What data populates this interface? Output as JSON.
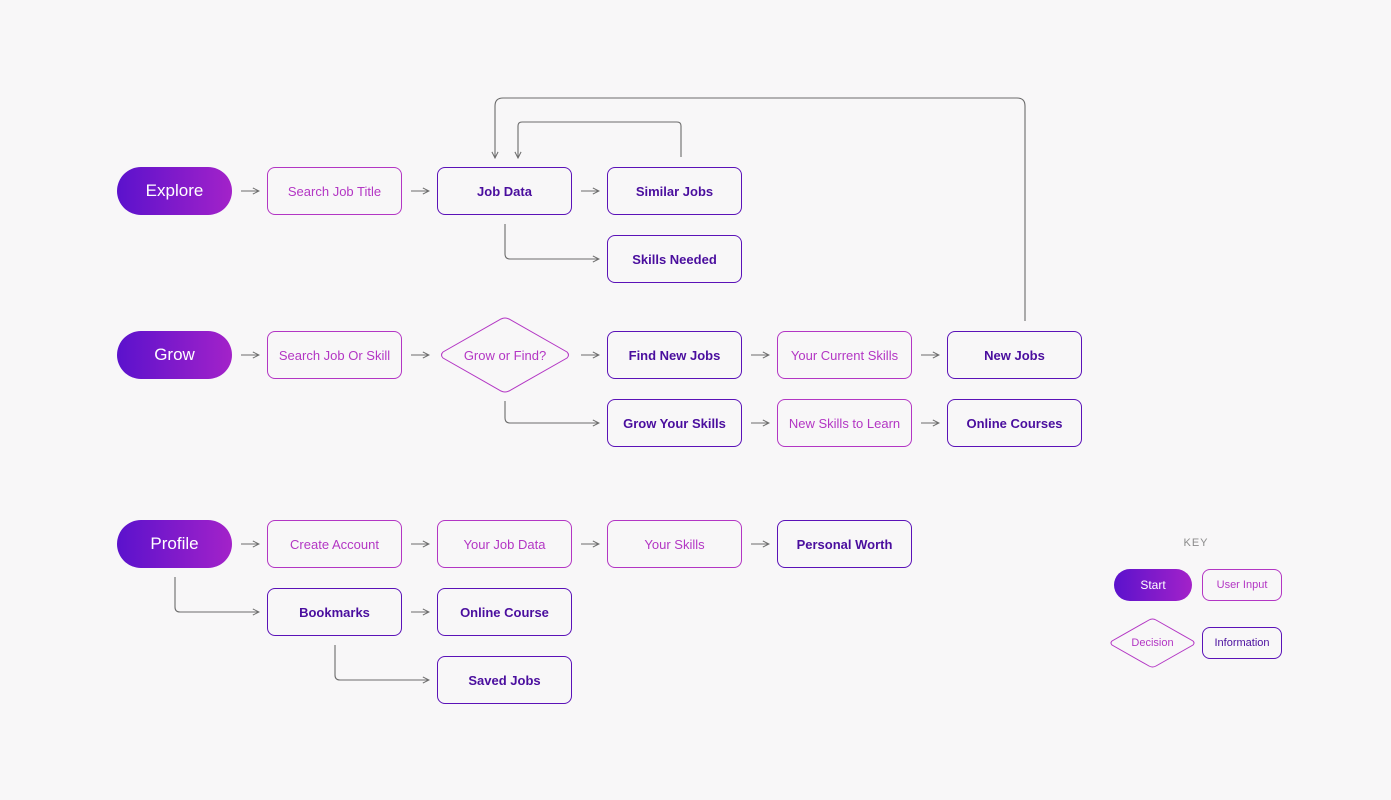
{
  "colors": {
    "background": "#f8f7f8",
    "start_gradient_from": "#5b12cc",
    "start_gradient_to": "#a322c9",
    "user_input": "#b336c4",
    "information_border": "#5b12b8",
    "information_text": "#4a0e9e",
    "connector": "#6b6b6b"
  },
  "explore": {
    "start": "Explore",
    "search": "Search Job Title",
    "job_data": "Job Data",
    "similar_jobs": "Similar Jobs",
    "skills_needed": "Skills Needed"
  },
  "grow": {
    "start": "Grow",
    "search": "Search Job Or Skill",
    "decision": "Grow or Find?",
    "find_new_jobs": "Find New Jobs",
    "current_skills": "Your Current Skills",
    "new_jobs": "New Jobs",
    "grow_skills": "Grow Your Skills",
    "new_skills": "New Skills to Learn",
    "online_courses": "Online Courses"
  },
  "profile": {
    "start": "Profile",
    "create_account": "Create Account",
    "your_job_data": "Your Job Data",
    "your_skills": "Your Skills",
    "personal_worth": "Personal Worth",
    "bookmarks": "Bookmarks",
    "online_course": "Online Course",
    "saved_jobs": "Saved Jobs"
  },
  "key": {
    "title": "KEY",
    "start": "Start",
    "user_input": "User Input",
    "decision": "Decision",
    "information": "Information"
  }
}
